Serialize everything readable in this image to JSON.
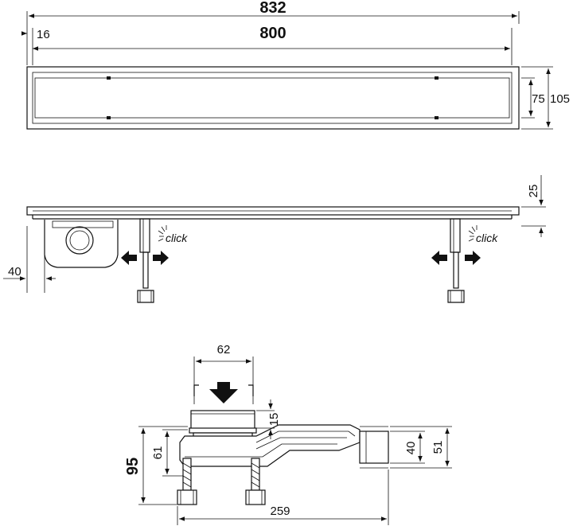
{
  "top_view": {
    "dim_total_length": "832",
    "dim_offset": "16",
    "dim_grate_length": "800",
    "dim_inner_width": "75",
    "dim_total_width": "105"
  },
  "side_view": {
    "dim_height": "25",
    "dim_outlet_offset": "40",
    "click_label_left": "click",
    "click_label_right": "click"
  },
  "section_view": {
    "dim_top_width": "62",
    "dim_cap_height": "15",
    "dim_height_61": "61",
    "dim_height_95": "95",
    "dim_outlet_40": "40",
    "dim_outlet_51": "51",
    "dim_length_259": "259"
  },
  "icons": [
    "arrow-left-icon",
    "arrow-right-icon",
    "arrow-down-icon",
    "click-burst-icon"
  ]
}
